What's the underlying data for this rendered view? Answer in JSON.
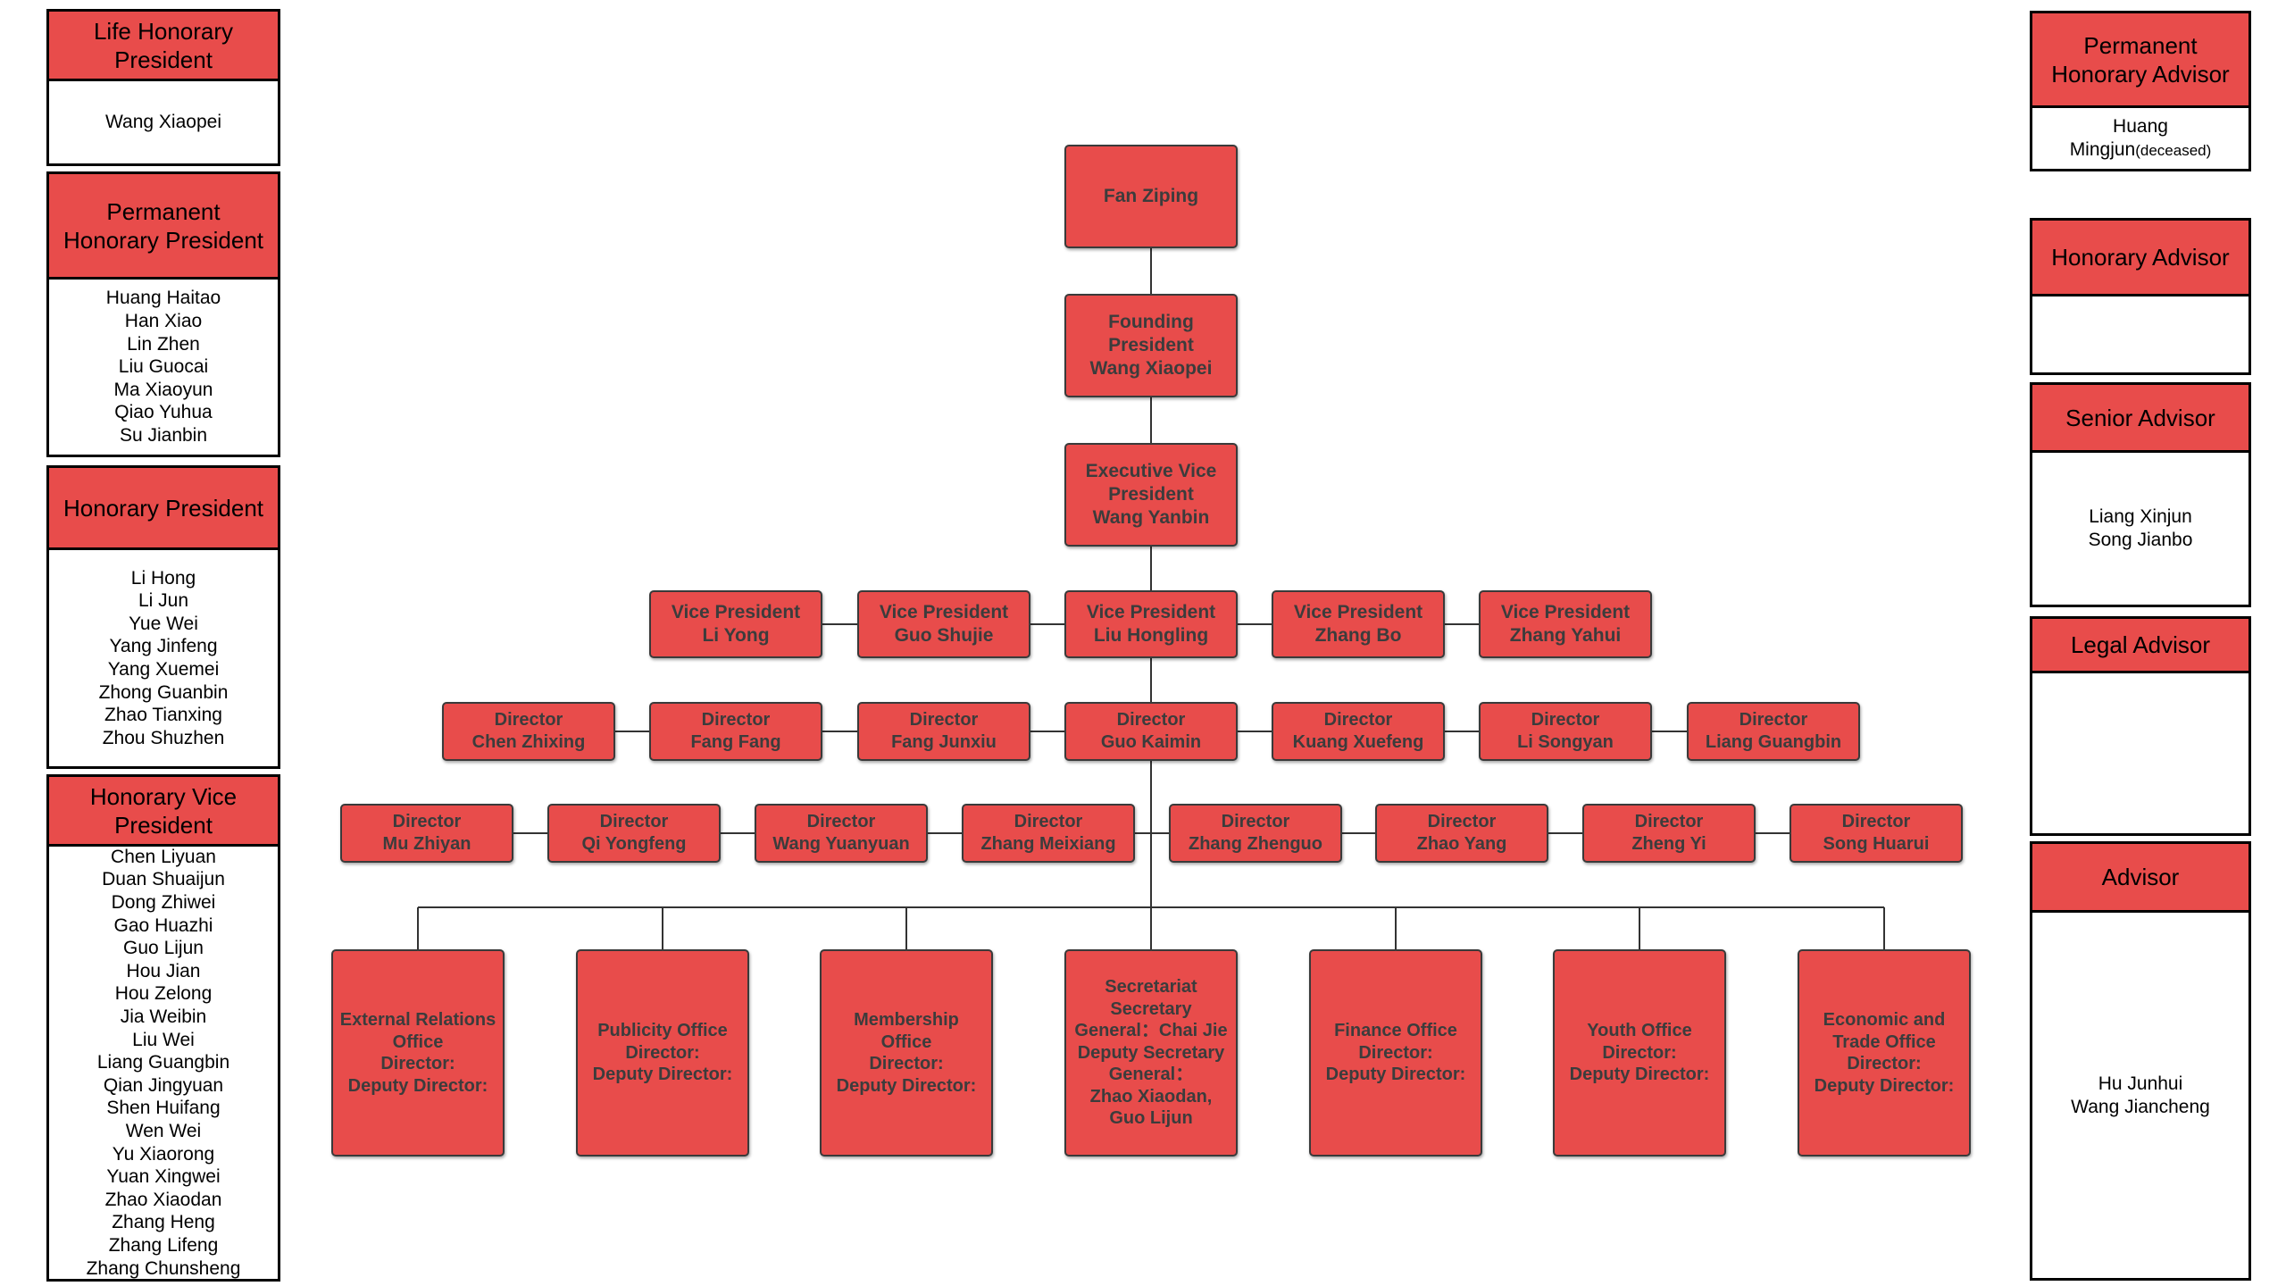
{
  "left_panel": [
    {
      "title": "Life Honorary President",
      "members": [
        "Wang Xiaopei"
      ]
    },
    {
      "title": "Permanent Honorary President",
      "members": [
        "Huang Haitao",
        "Han Xiao",
        "Lin Zhen",
        "Liu Guocai",
        "Ma Xiaoyun",
        "Qiao Yuhua",
        "Su Jianbin"
      ]
    },
    {
      "title": "Honorary President",
      "members": [
        "Li Hong",
        "Li Jun",
        "Yue Wei",
        "Yang Jinfeng",
        "Yang Xuemei",
        "Zhong Guanbin",
        "Zhao Tianxing",
        "Zhou Shuzhen"
      ]
    },
    {
      "title": "Honorary Vice President",
      "members": [
        "Chen Liyuan",
        "Duan Shuaijun",
        "Dong Zhiwei",
        "Gao Huazhi",
        "Guo Lijun",
        "Hou Jian",
        "Hou Zelong",
        "Jia Weibin",
        "Liu Wei",
        "Liang Guangbin",
        "Qian Jingyuan",
        "Shen Huifang",
        "Wen Wei",
        "Yu Xiaorong",
        "Yuan Xingwei",
        "Zhao Xiaodan",
        "Zhang Heng",
        "Zhang Lifeng",
        "Zhang Chunsheng"
      ]
    }
  ],
  "right_panel": [
    {
      "title": "Permanent Honorary Advisor",
      "members": [
        "Huang",
        "Mingjun"
      ],
      "note": "(deceased)"
    },
    {
      "title": "Honorary Advisor",
      "members": []
    },
    {
      "title": "Senior Advisor",
      "members": [
        "Liang Xinjun",
        "Song Jianbo"
      ]
    },
    {
      "title": "Legal Advisor",
      "members": []
    },
    {
      "title": "Advisor",
      "members": [
        "Hu Junhui",
        "Wang Jiancheng"
      ]
    }
  ],
  "chain": [
    {
      "lines": [
        "Fan Ziping"
      ]
    },
    {
      "lines": [
        "Founding",
        "President",
        "Wang Xiaopei"
      ]
    },
    {
      "lines": [
        "Executive Vice",
        "President",
        "Wang Yanbin"
      ]
    }
  ],
  "vice_presidents": [
    {
      "role": "Vice President",
      "name": "Li Yong"
    },
    {
      "role": "Vice President",
      "name": "Guo Shujie"
    },
    {
      "role": "Vice President",
      "name": "Liu Hongling"
    },
    {
      "role": "Vice President",
      "name": "Zhang Bo"
    },
    {
      "role": "Vice President",
      "name": "Zhang Yahui"
    }
  ],
  "directors_row1": [
    {
      "role": "Director",
      "name": "Chen Zhixing"
    },
    {
      "role": "Director",
      "name": "Fang Fang"
    },
    {
      "role": "Director",
      "name": "Fang Junxiu"
    },
    {
      "role": "Director",
      "name": "Guo Kaimin"
    },
    {
      "role": "Director",
      "name": "Kuang Xuefeng"
    },
    {
      "role": "Director",
      "name": "Li Songyan"
    },
    {
      "role": "Director",
      "name": "Liang Guangbin"
    }
  ],
  "directors_row2": [
    {
      "role": "Director",
      "name": "Mu Zhiyan"
    },
    {
      "role": "Director",
      "name": "Qi Yongfeng"
    },
    {
      "role": "Director",
      "name": "Wang Yuanyuan"
    },
    {
      "role": "Director",
      "name": "Zhang Meixiang"
    },
    {
      "role": "Director",
      "name": "Zhang Zhenguo"
    },
    {
      "role": "Director",
      "name": "Zhao Yang"
    },
    {
      "role": "Director",
      "name": "Zheng Yi"
    },
    {
      "role": "Director",
      "name": "Song Huarui"
    }
  ],
  "offices": [
    {
      "lines": [
        "External Relations Office",
        "Director:",
        "Deputy Director:"
      ]
    },
    {
      "lines": [
        "Publicity Office",
        "Director:",
        "Deputy Director:"
      ]
    },
    {
      "lines": [
        "Membership Office",
        "Director:",
        "Deputy Director:"
      ]
    },
    {
      "lines": [
        "Secretariat Secretary General：Chai Jie",
        "Deputy Secretary General：",
        "Zhao Xiaodan, Guo Lijun"
      ]
    },
    {
      "lines": [
        "Finance Office",
        "Director:",
        "Deputy Director:"
      ]
    },
    {
      "lines": [
        "Youth Office",
        "Director:",
        "Deputy Director:"
      ]
    },
    {
      "lines": [
        "Economic and Trade Office",
        "Director:",
        "Deputy Director:"
      ]
    }
  ],
  "colors": {
    "box_fill": "#e84c4b",
    "box_border": "#3a3a3a",
    "text": "#3c3c3c",
    "line": "#333333"
  }
}
